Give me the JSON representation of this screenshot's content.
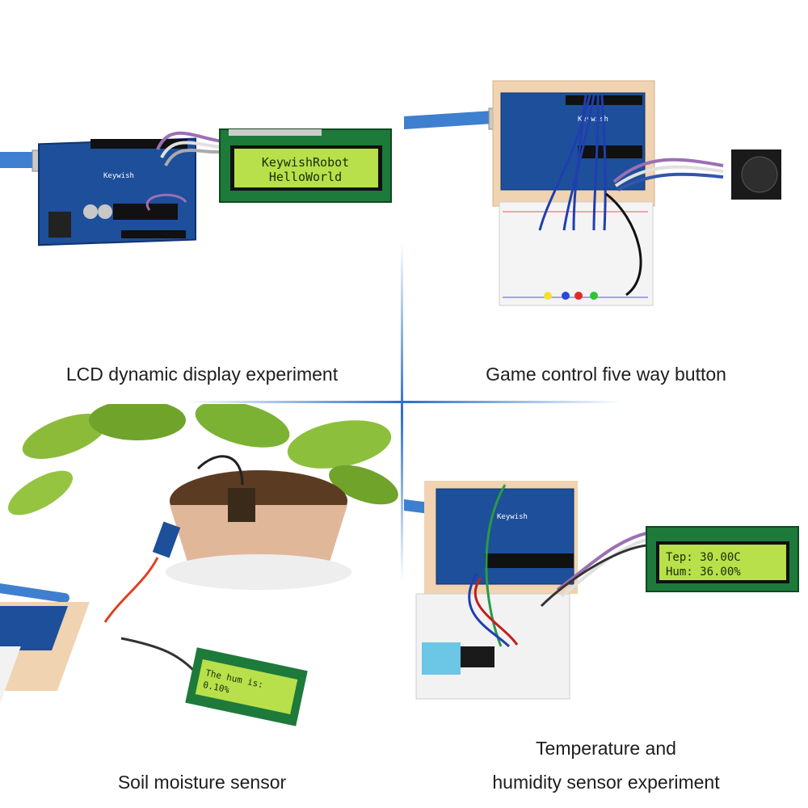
{
  "panels": [
    {
      "caption": "LCD dynamic display experiment",
      "lcd_line1": "KeywishRobot",
      "lcd_line2": "HelloWorld",
      "brand": "Keywish"
    },
    {
      "caption": "Game control five way button",
      "brand": "Keywish"
    },
    {
      "caption": "Soil moisture sensor",
      "lcd_line1": "The hum is:",
      "lcd_line2": "0.10%"
    },
    {
      "caption_line1": "Temperature and",
      "caption_line2": "humidity sensor experiment",
      "lcd_line1": "Tep: 30.00C",
      "lcd_line2": "Hum: 36.00%",
      "brand": "Keywish"
    }
  ],
  "colors": {
    "divider": "#2a6fc9",
    "lcd_bg": "#b8e04a",
    "pcb": "#1d4f9a",
    "caption": "#1e1e1e"
  }
}
